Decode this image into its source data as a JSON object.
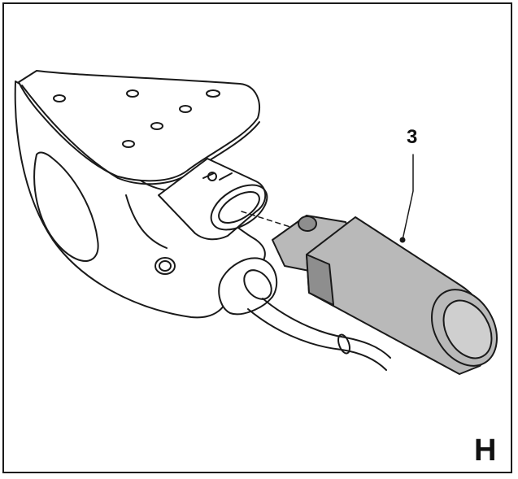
{
  "figure": {
    "callout_label": "3",
    "panel_letter": "H"
  },
  "colors": {
    "line": "#1a1a1a",
    "battery_fill": "#b9b9b9",
    "battery_dark": "#8e8e8e",
    "background": "#ffffff"
  },
  "parts": {
    "tool_body": "power-tool-body",
    "battery": "battery-pack",
    "cable": "power-cable"
  }
}
